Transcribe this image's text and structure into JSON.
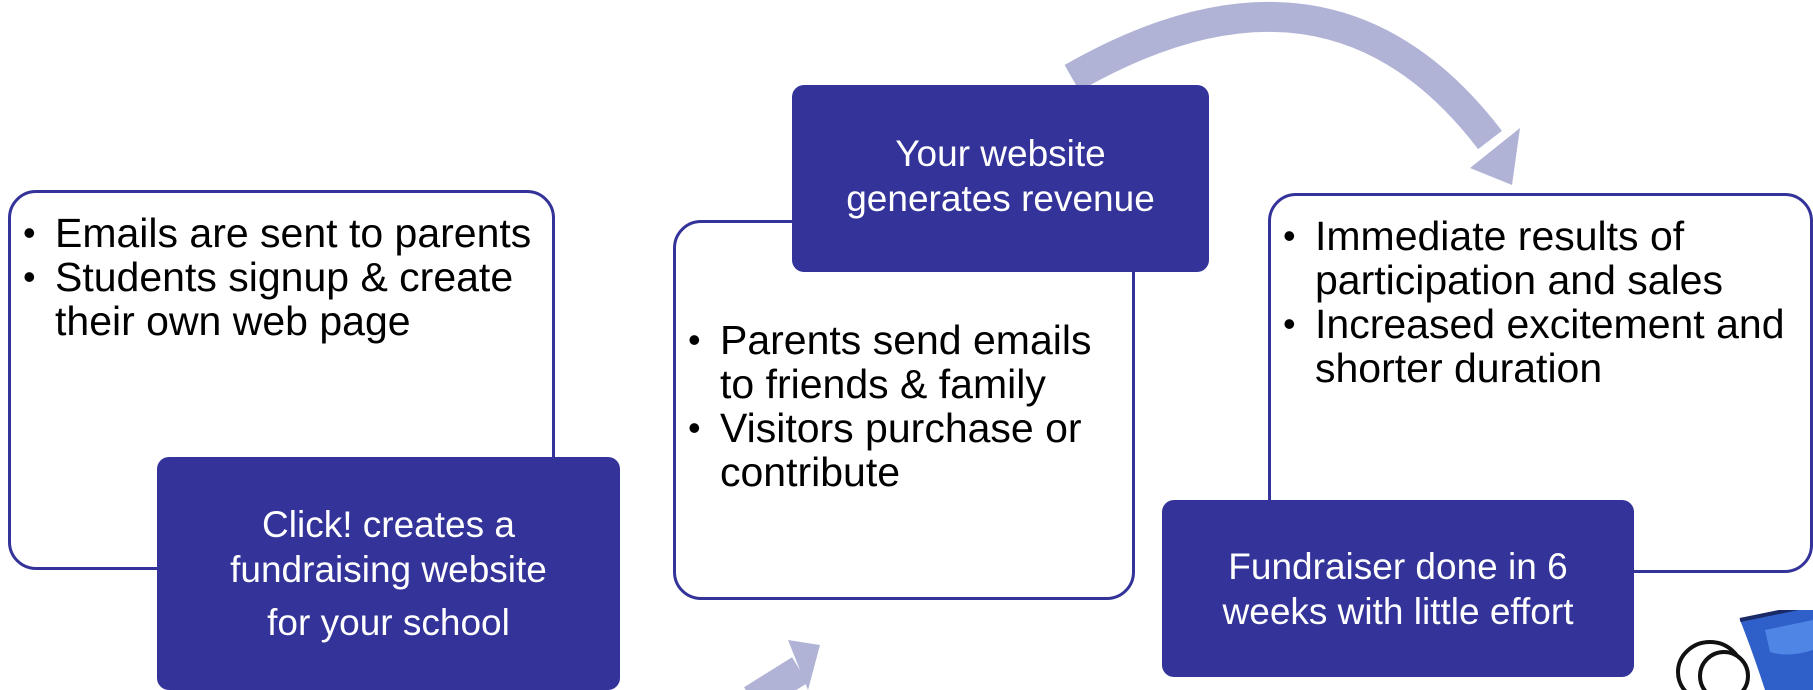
{
  "colors": {
    "box_fill": "#333399",
    "box_border": "#333399",
    "arrow": "#b0b3d6",
    "text_dark": "#000000",
    "text_light": "#ffffff"
  },
  "steps": [
    {
      "filled_lines": [
        "Click! creates a",
        "fundraising website",
        "for your school"
      ],
      "bullets": [
        "Emails are sent to parents",
        "Students signup & create their own web page"
      ]
    },
    {
      "filled_lines": [
        "Your website",
        "generates revenue"
      ],
      "bullets": [
        "Parents send emails to friends & family",
        "Visitors purchase or  contribute"
      ]
    },
    {
      "filled_lines": [
        "Fundraiser done in 6",
        "weeks with little effort"
      ],
      "bullets": [
        "Immediate  results of participation and sales",
        "Increased excitement and shorter duration"
      ]
    }
  ],
  "logo_icon": "mascot-logo-icon"
}
